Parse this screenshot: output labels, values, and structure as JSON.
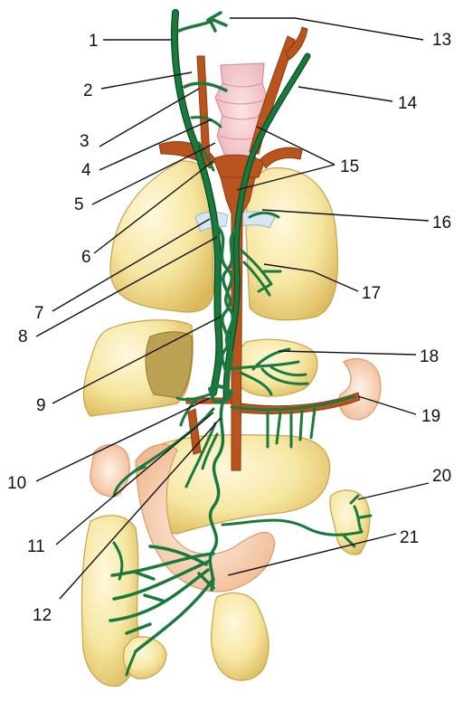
{
  "labels": [
    "1",
    "2",
    "3",
    "4",
    "5",
    "6",
    "7",
    "8",
    "9",
    "10",
    "11",
    "12",
    "13",
    "14",
    "15",
    "16",
    "17",
    "18",
    "19",
    "20",
    "21"
  ],
  "colors": {
    "nerve": "#1a7a3e",
    "artery": "#b9541f",
    "organ": "#f3e39c",
    "trachea": "#f2c2c7",
    "bronchus": "#cfe0ee"
  }
}
